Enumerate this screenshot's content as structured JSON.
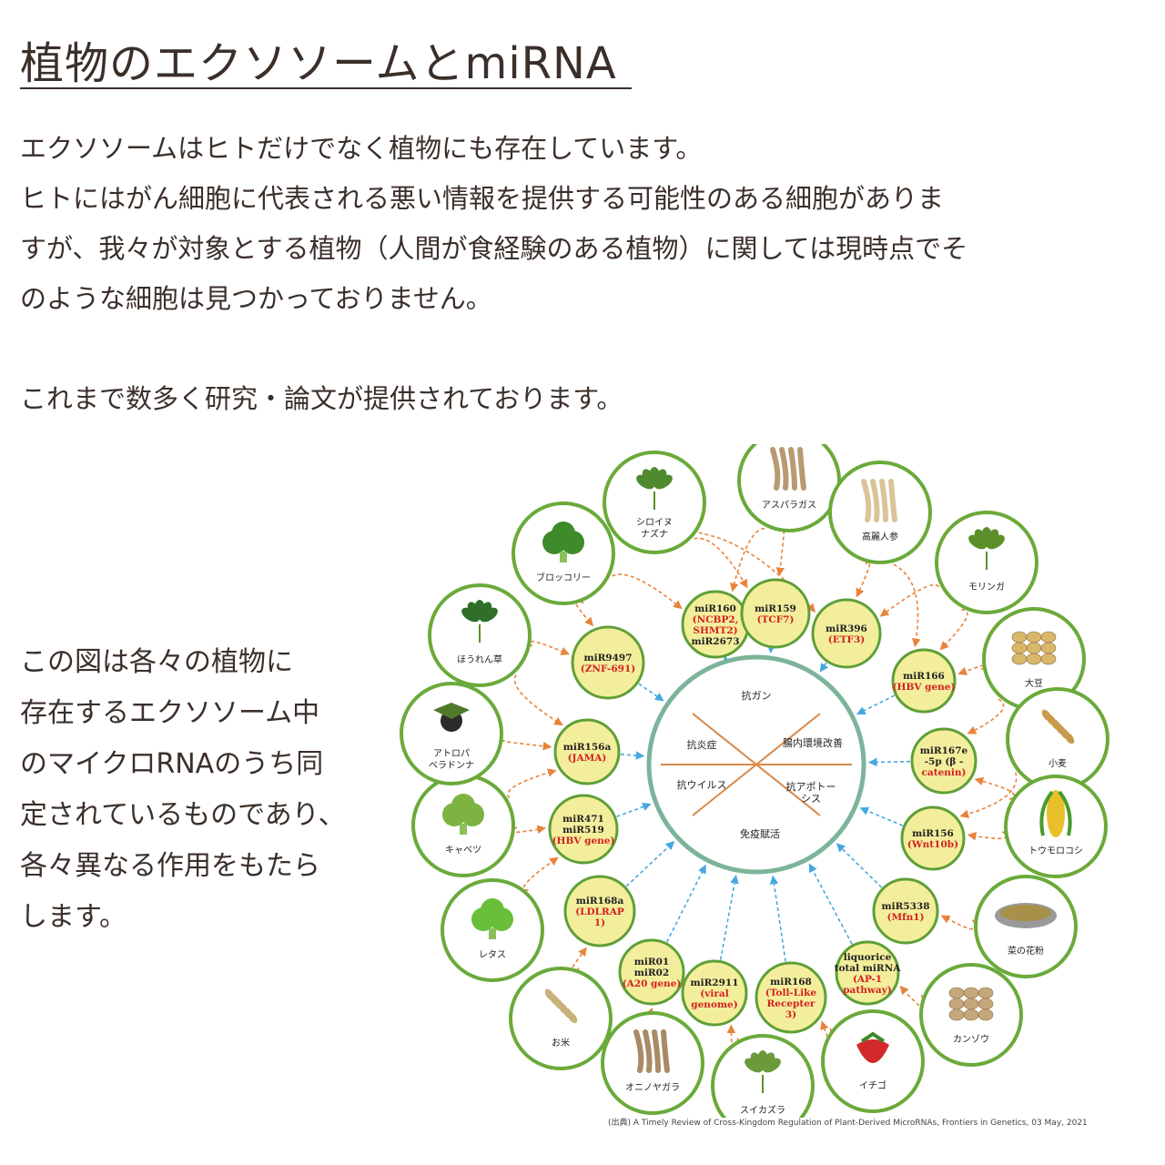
{
  "page": {
    "title": "植物のエクソソームとmiRNA",
    "intro_lines": [
      "エクソソームはヒトだけでなく植物にも存在しています。",
      "ヒトにはがん細胞に代表される悪い情報を提供する可能性のある細胞がありま",
      "すが、我々が対象とする植物（人間が食経験のある植物）に関しては現時点でそ",
      "のような細胞は見つかっておりません。"
    ],
    "research_line": "これまで数多く研究・論文が提供されております。",
    "side_lines": [
      "この図は各々の植物に",
      "存在するエクソソーム中",
      "のマイクロRNAのうち同",
      "定されているものであり、",
      "各々異なる作用をもたら",
      "します。"
    ],
    "citation": "(出典) A Timely Review of Cross-Kingdom Regulation of Plant-Derived MicroRNAs, Frontiers in Genetics, 03 May, 2021"
  },
  "diagram": {
    "colors": {
      "ring": "#6aaa3a",
      "mirna_fill": "#f3ee9c",
      "mirna_border": "#5e9f37",
      "red_text": "#d42020",
      "orange_arrow": "#e8833a",
      "blue_arrow": "#46a8e0",
      "center_line": "#d88a4a"
    },
    "plants": [
      {
        "label": "シロイヌ\nナズナ",
        "icon": "arabidopsis-plant-icon",
        "color": "#4f8a2f"
      },
      {
        "label": "アスパラガス",
        "icon": "asparagus-root-icon",
        "color": "#b89a72"
      },
      {
        "label": "高麗人参",
        "icon": "ginseng-root-icon",
        "color": "#d9c49a"
      },
      {
        "label": "モリンガ",
        "icon": "moringa-leaves-icon",
        "color": "#5c8f2a"
      },
      {
        "label": "大豆",
        "icon": "soybeans-icon",
        "color": "#d8b66a"
      },
      {
        "label": "小麦",
        "icon": "wheat-icon",
        "color": "#c89b4c"
      },
      {
        "label": "トウモロコシ",
        "icon": "corn-icon",
        "color": "#e8c02a"
      },
      {
        "label": "菜の花粉",
        "icon": "pollen-bowl-icon",
        "color": "#a7904a"
      },
      {
        "label": "カンゾウ",
        "icon": "licorice-icon",
        "color": "#c4a87c"
      },
      {
        "label": "イチゴ",
        "icon": "strawberry-icon",
        "color": "#d22a2a"
      },
      {
        "label": "スイカズラ",
        "icon": "honeysuckle-icon",
        "color": "#6a9a3a"
      },
      {
        "label": "オニノヤガラ",
        "icon": "gastrodia-tuber-icon",
        "color": "#a88a64"
      },
      {
        "label": "お米",
        "icon": "rice-icon",
        "color": "#c9b27a"
      },
      {
        "label": "レタス",
        "icon": "lettuce-icon",
        "color": "#6abf3a"
      },
      {
        "label": "キャベツ",
        "icon": "cabbage-icon",
        "color": "#7cb342"
      },
      {
        "label": "アトロパ\nベラドンナ",
        "icon": "belladonna-icon",
        "color": "#2b2b2b"
      },
      {
        "label": "ほうれん草",
        "icon": "spinach-icon",
        "color": "#2f6f2a"
      },
      {
        "label": "ブロッコリー",
        "icon": "broccoli-icon",
        "color": "#3f8a2a"
      }
    ],
    "mirnas": [
      {
        "black": [
          "miR160"
        ],
        "red": [
          "(NCBP2,",
          "SHMT2)"
        ],
        "black2": [
          "miR2673"
        ]
      },
      {
        "black": [
          "miR159"
        ],
        "red": [
          "(TCF7)"
        ],
        "black2": []
      },
      {
        "black": [
          "miR396"
        ],
        "red": [
          "(ETF3)"
        ],
        "black2": []
      },
      {
        "black": [
          "miR166"
        ],
        "red": [
          "(HBV gene)"
        ],
        "black2": []
      },
      {
        "black": [
          "miR167e",
          "-5p (β -"
        ],
        "red": [
          "catenin)"
        ],
        "black2": []
      },
      {
        "black": [
          "miR156"
        ],
        "red": [
          "(Wnt10b)"
        ],
        "black2": []
      },
      {
        "black": [
          "miR5338"
        ],
        "red": [
          "(Mfn1)"
        ],
        "black2": []
      },
      {
        "black": [
          "liquorice",
          "total miRNA"
        ],
        "red": [
          "(AP-1",
          "pathway)"
        ],
        "black2": []
      },
      {
        "black": [
          "miR168"
        ],
        "red": [
          "(Toll-Like",
          "Recepter",
          "3)"
        ],
        "black2": []
      },
      {
        "black": [
          "miR2911"
        ],
        "red": [
          "(viral",
          "genome)"
        ],
        "black2": []
      },
      {
        "black": [
          "miR01",
          "miR02"
        ],
        "red": [
          "(A20 gene)"
        ],
        "black2": []
      },
      {
        "black": [
          "miR168a"
        ],
        "red": [
          "(LDLRAP",
          "1)"
        ],
        "black2": []
      },
      {
        "black": [
          "miR471",
          "miR519"
        ],
        "red": [
          "(HBV gene)"
        ],
        "black2": []
      },
      {
        "black": [
          "miR156a"
        ],
        "red": [
          "(JAMA)"
        ],
        "black2": []
      },
      {
        "black": [
          "miR9497"
        ],
        "red": [
          "(ZNF-691)"
        ],
        "black2": []
      }
    ],
    "effects": [
      "抗ガン",
      "腸内環境改善",
      "抗アポトー\nシス",
      "免疫賦活",
      "抗ウイルス",
      "抗炎症"
    ]
  }
}
